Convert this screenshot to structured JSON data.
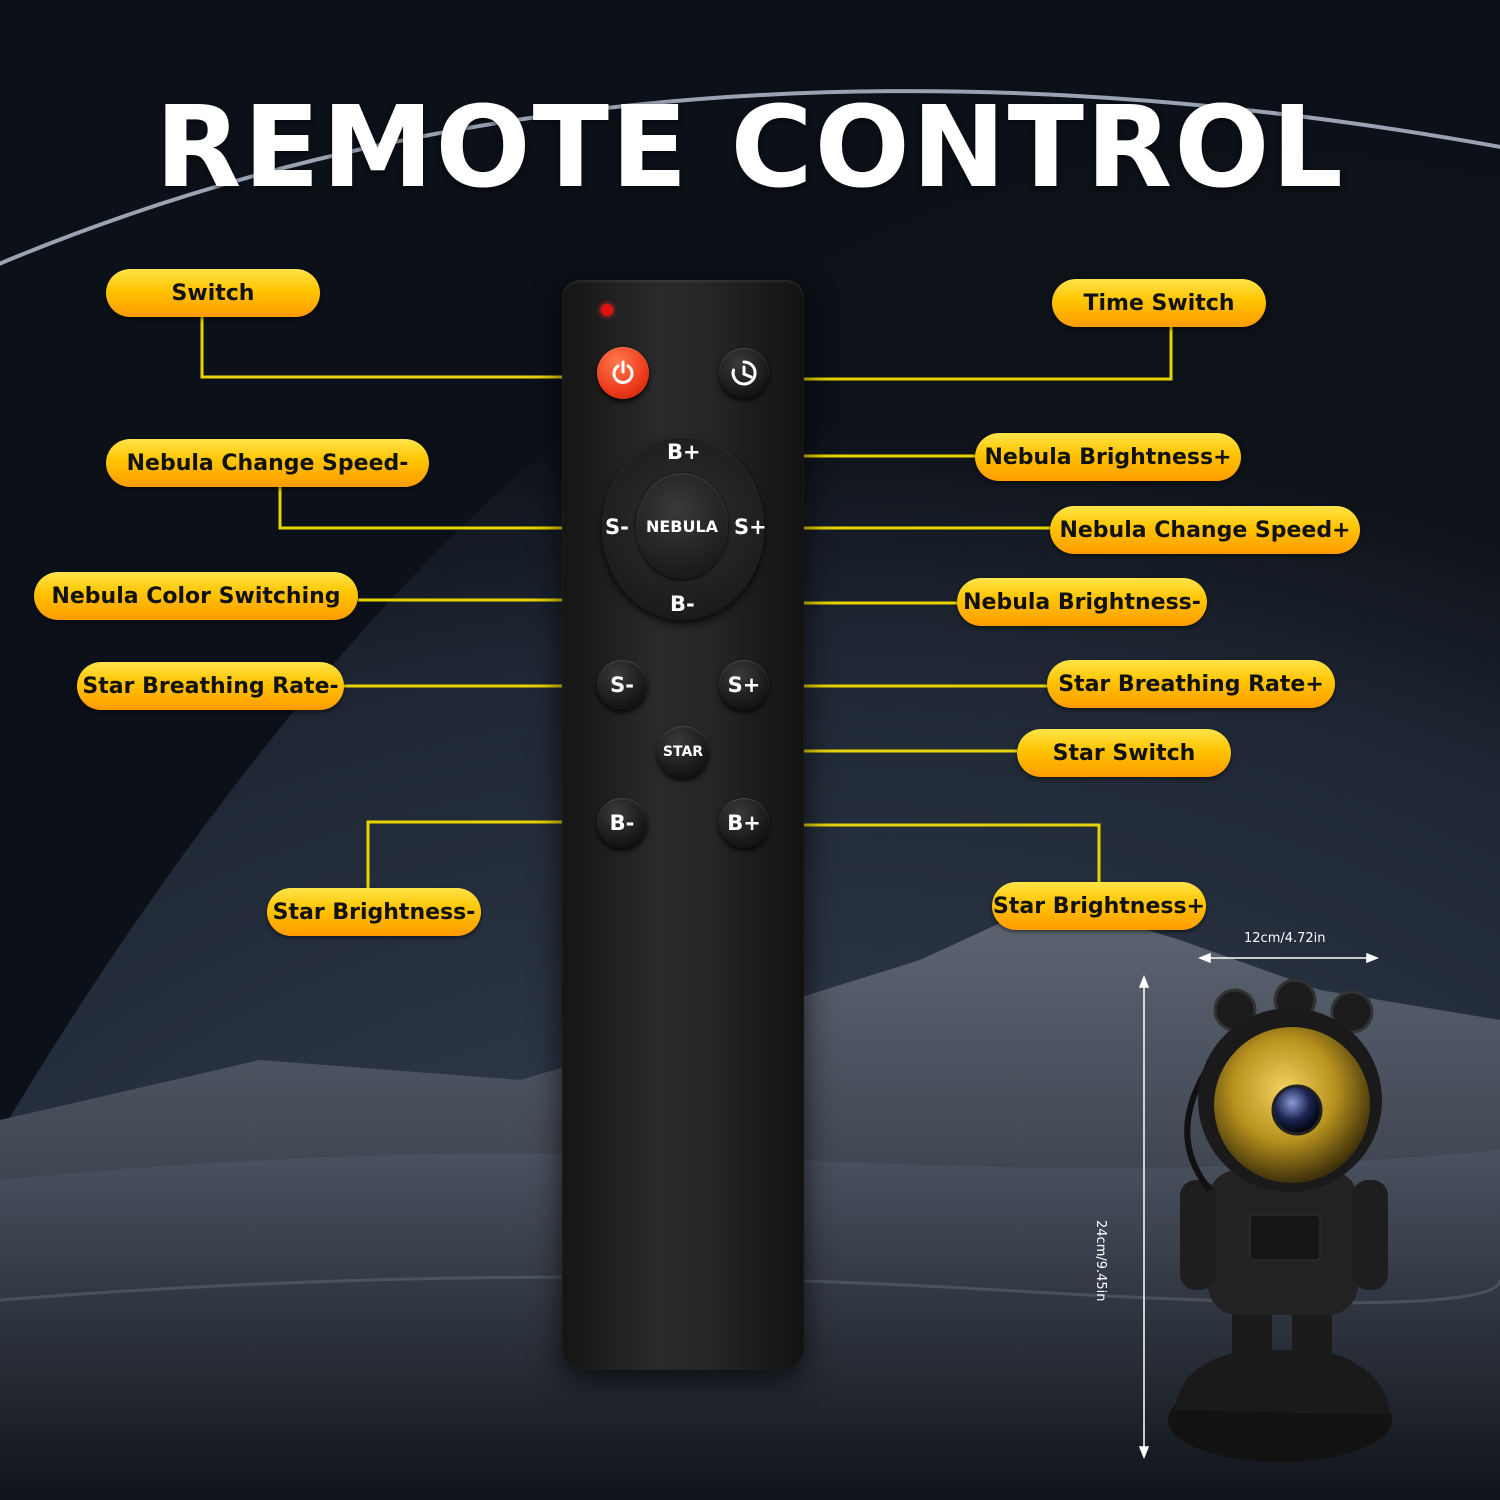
{
  "title": "REMOTE CONTROL",
  "remote": {
    "buttons": {
      "nebula": "NEBULA",
      "ring_top": "B+",
      "ring_bottom": "B-",
      "ring_left": "S-",
      "ring_right": "S+",
      "star_minus": "S-",
      "star_plus": "S+",
      "star": "STAR",
      "star_bminus": "B-",
      "star_bplus": "B+"
    }
  },
  "labels": {
    "switch": "Switch",
    "time_switch": "Time Switch",
    "nebula_change_speed_minus": "Nebula Change Speed-",
    "nebula_brightness_plus": "Nebula Brightness+",
    "nebula_change_speed_plus": "Nebula Change Speed+",
    "nebula_color_switching": "Nebula Color Switching",
    "nebula_brightness_minus": "Nebula Brightness-",
    "star_breathing_rate_minus": "Star Breathing Rate-",
    "star_breathing_rate_plus": "Star Breathing Rate+",
    "star_switch": "Star Switch",
    "star_brightness_minus": "Star Brightness-",
    "star_brightness_plus": "Star Brightness+"
  },
  "dimensions": {
    "width": "12cm/4.72in",
    "height": "24cm/9.45in"
  },
  "colors": {
    "label_fill": "#ffc400",
    "leader_line": "#e8d400",
    "power_button": "#ee3a1a"
  }
}
